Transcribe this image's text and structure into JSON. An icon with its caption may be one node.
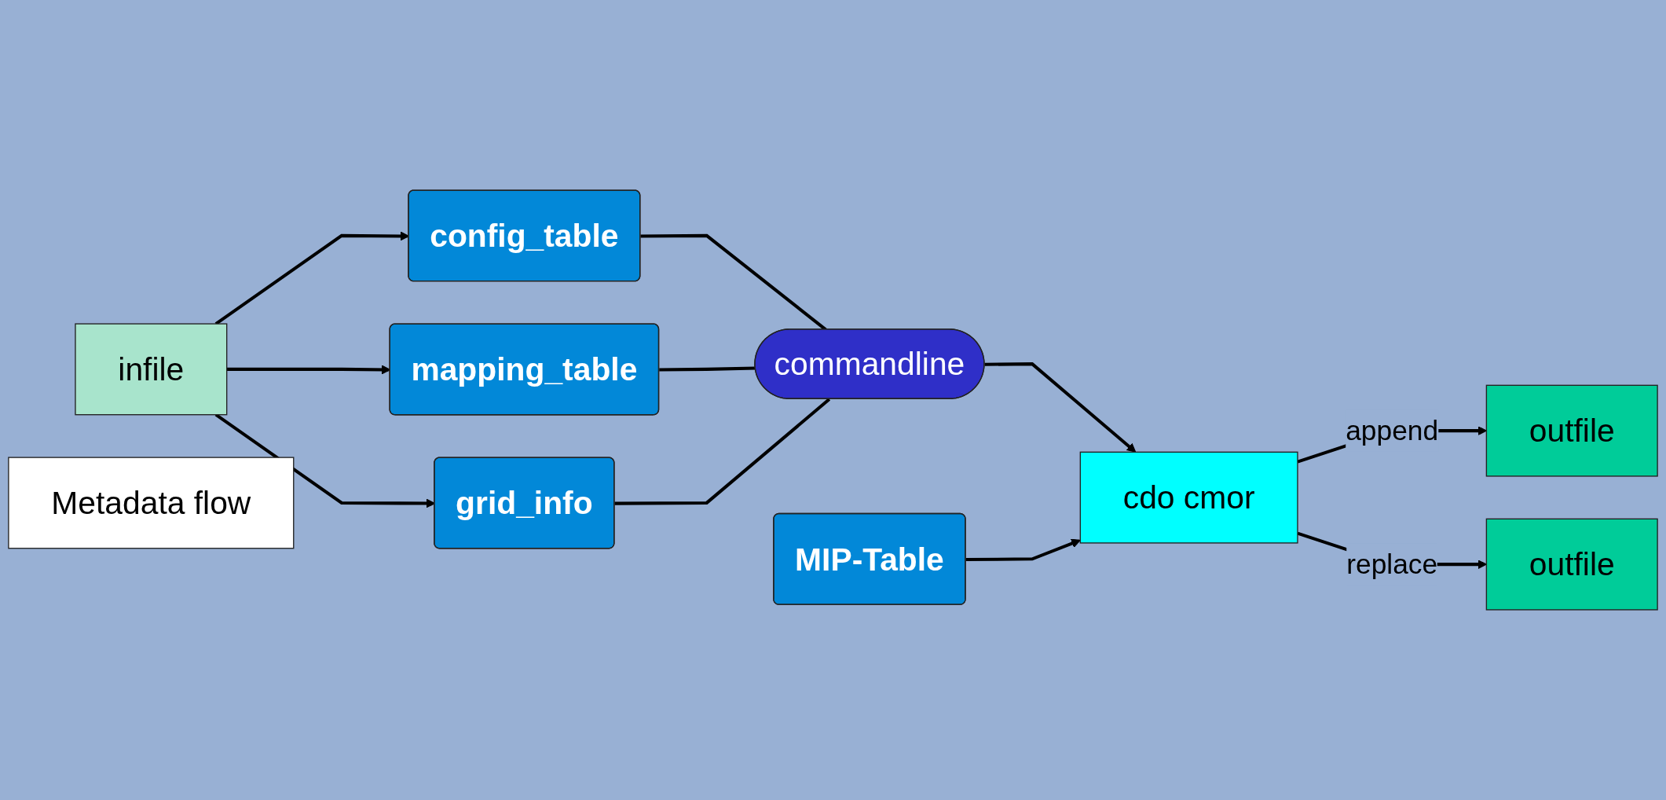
{
  "diagram": {
    "nodes": [
      {
        "text": [
          "infile"
        ]
      },
      {
        "text": [
          "config_table"
        ]
      },
      {
        "text": [
          "mapping_table"
        ]
      },
      {
        "text": [
          "grid_info"
        ]
      },
      {
        "text": [
          "commandline"
        ]
      },
      {
        "text": [
          "Metadata flow"
        ]
      },
      {
        "text": [
          "outfile"
        ]
      },
      {
        "text": [
          "cdo cmor"
        ]
      },
      {
        "text": [
          "MIP-Table"
        ]
      },
      {
        "text": [
          "outfile"
        ]
      }
    ],
    "edges": [
      {
        "from": 0,
        "to": 1,
        "arrow": "to"
      },
      {
        "from": 0,
        "to": 2,
        "arrow": "to"
      },
      {
        "from": 0,
        "to": 3,
        "arrow": "to"
      },
      {
        "from": 1,
        "to": 4,
        "arrow": "none"
      },
      {
        "from": 2,
        "to": 4,
        "arrow": "none"
      },
      {
        "from": 3,
        "to": 4,
        "arrow": "none"
      },
      {
        "from": 4,
        "to": 7,
        "arrow": "to"
      },
      {
        "from": 8,
        "to": 7,
        "arrow": "to"
      },
      {
        "from": 7,
        "to": 6,
        "arrow": "to",
        "label": "append"
      },
      {
        "from": 7,
        "to": 9,
        "arrow": "to",
        "label": "replace"
      }
    ]
  }
}
